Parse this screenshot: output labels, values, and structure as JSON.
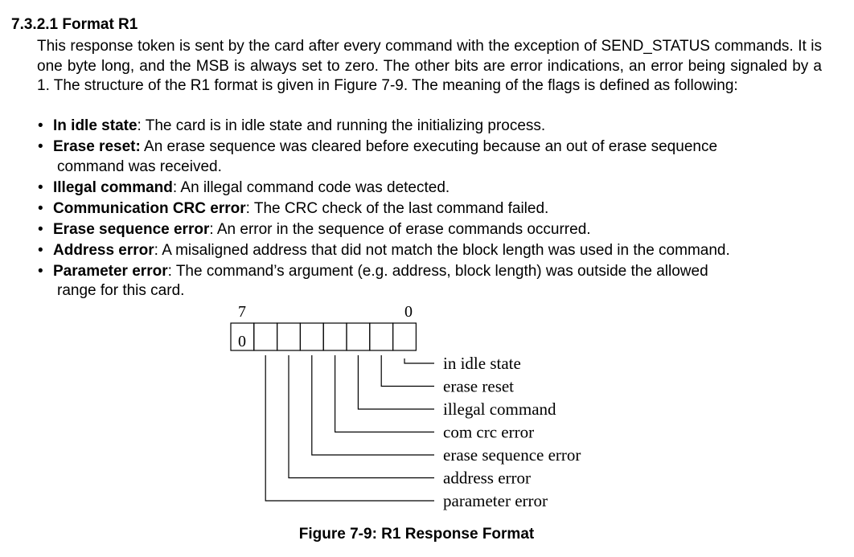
{
  "section": {
    "heading": "7.3.2.1 Format R1",
    "paragraph_lines": [
      "This response token is sent by the card after every command with the exception of SEND_STATUS",
      "commands. It is one byte long, and the MSB is always set to zero. The other bits are error indications,",
      "an error being signaled by a 1. The structure of the R1 format is given in Figure 7-9. The meaning of the",
      "flags is defined as following:"
    ],
    "bullets": [
      {
        "term": "In idle state",
        "sep": ": ",
        "text": "The card is in idle state and running the initializing process.",
        "cont": ""
      },
      {
        "term": "Erase reset:",
        "sep": " ",
        "text": "An erase sequence was cleared before executing because an out of erase sequence",
        "cont": "command was received."
      },
      {
        "term": "Illegal command",
        "sep": ": ",
        "text": "An illegal command code was detected.",
        "cont": ""
      },
      {
        "term": "Communication CRC error",
        "sep": ": ",
        "text": "The CRC check of the last command failed.",
        "cont": ""
      },
      {
        "term": "Erase sequence error",
        "sep": ": ",
        "text": "An error in the sequence of erase commands occurred.",
        "cont": ""
      },
      {
        "term": "Address error",
        "sep": ": ",
        "text": "A misaligned address that did not match the block length was used in the command.",
        "cont": ""
      },
      {
        "term": "Parameter error",
        "sep": ": ",
        "text": "The command’s argument (e.g. address, block length) was outside the allowed",
        "cont": "range for this card."
      }
    ]
  },
  "figure": {
    "msb_label": "7",
    "lsb_label": "0",
    "msb_value": "0",
    "flag_labels": [
      "in idle state",
      "erase reset",
      "illegal command",
      "com crc error",
      "erase sequence error",
      "address error",
      "parameter error"
    ],
    "caption": "Figure 7-9: R1 Response Format"
  }
}
